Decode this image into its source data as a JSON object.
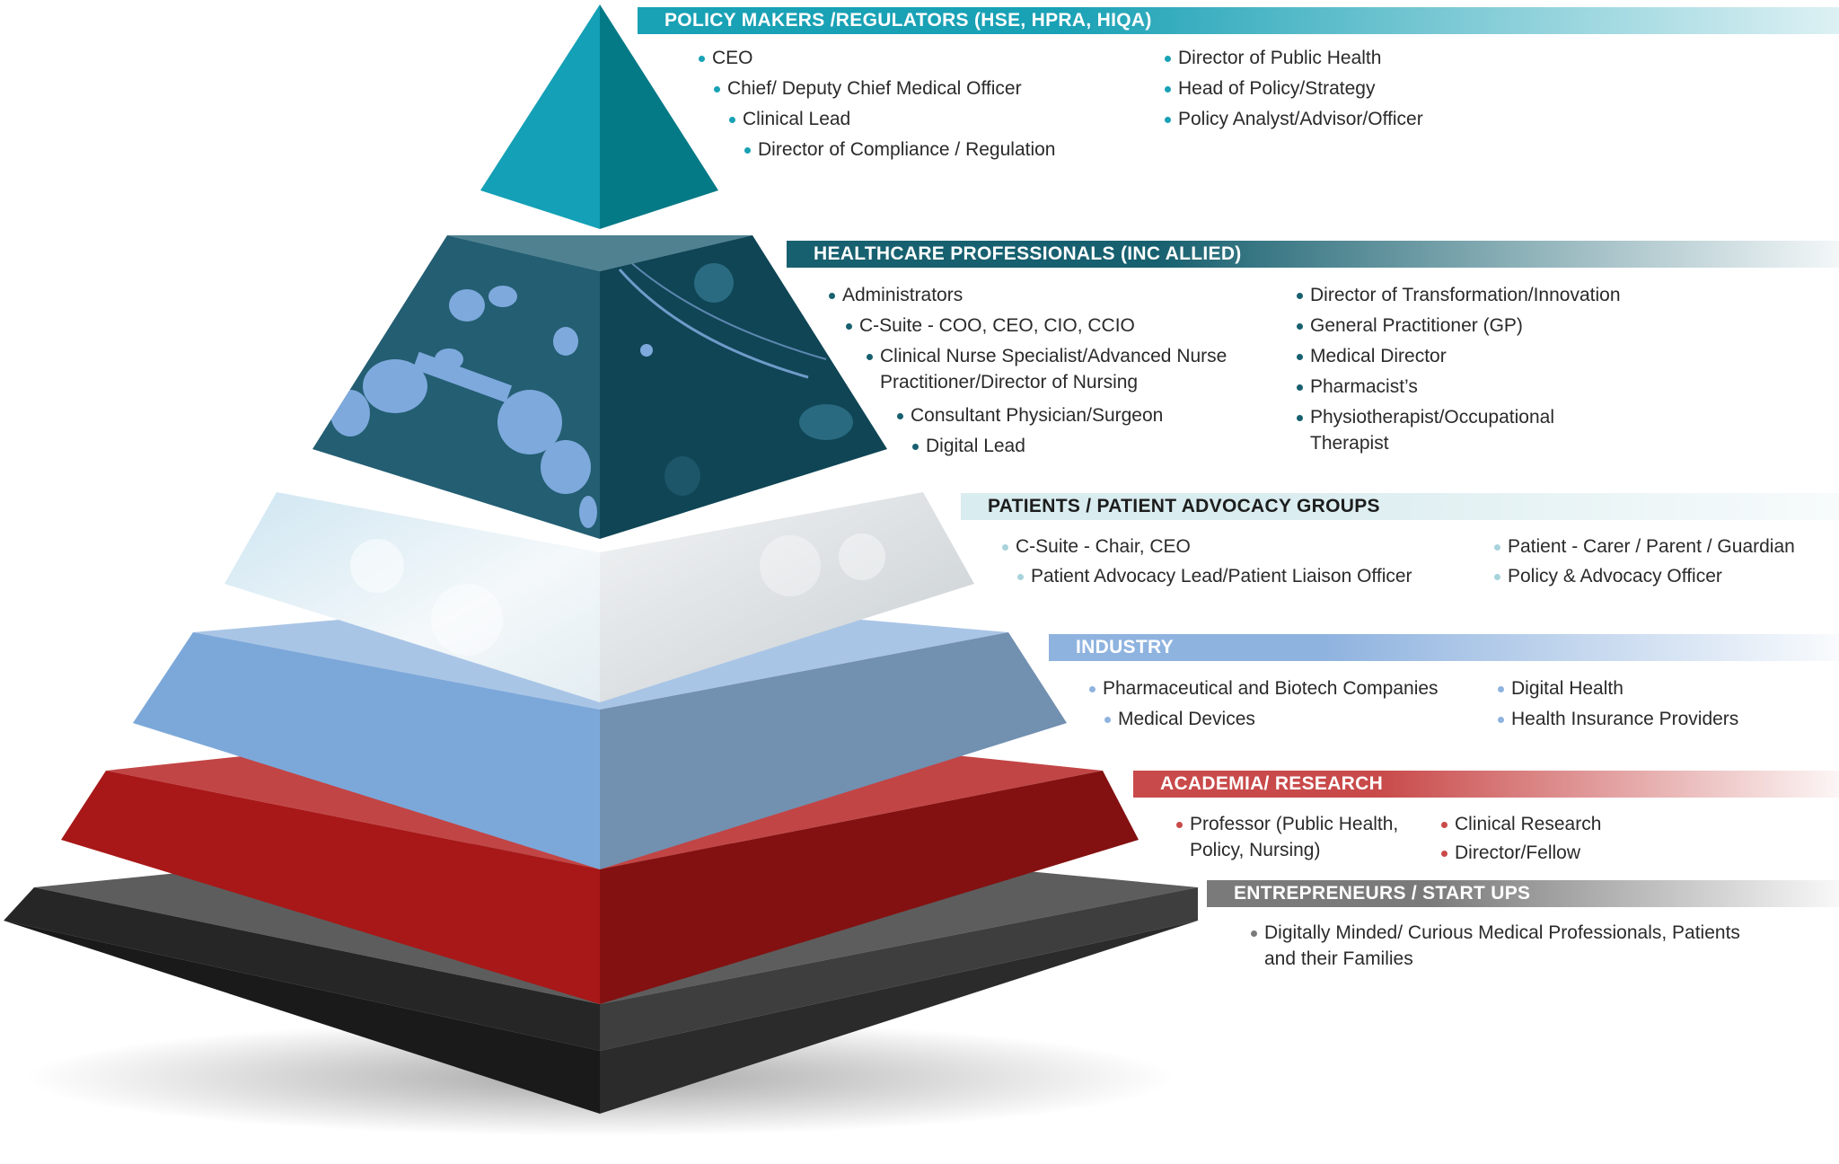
{
  "tiers": [
    {
      "id": "policy",
      "header": "POLICY MAKERS /REGULATORS (HSE, HPRA, HIQA)",
      "color": "#19a1b5",
      "items": [
        [
          "CEO"
        ],
        [
          "Chief/ Deputy Chief Medical Officer"
        ],
        [
          "Clinical Lead"
        ],
        [
          "Director of Compliance / Regulation"
        ],
        [
          "Director of Public Health"
        ],
        [
          "Head of Policy/Strategy"
        ],
        [
          "Policy Analyst/Advisor/Officer"
        ]
      ]
    },
    {
      "id": "healthcare",
      "header": "HEALTHCARE PROFESSIONALS (INC ALLIED)",
      "color": "#17606f",
      "items": [
        [
          "Administrators"
        ],
        [
          "C-Suite - COO, CEO, CIO, CCIO"
        ],
        [
          "Clinical Nurse Specialist/Advanced Nurse",
          "Practitioner/Director of Nursing"
        ],
        [
          "Consultant Physician/Surgeon"
        ],
        [
          "Digital Lead"
        ],
        [
          "Director of Transformation/Innovation"
        ],
        [
          "General Practitioner (GP)"
        ],
        [
          "Medical Director"
        ],
        [
          "Pharmacist’s"
        ],
        [
          "Physiotherapist/Occupational",
          "Therapist"
        ]
      ]
    },
    {
      "id": "patients",
      "header": "PATIENTS / PATIENT ADVOCACY GROUPS",
      "color": "#d9ecef",
      "items": [
        [
          "C-Suite - Chair, CEO"
        ],
        [
          "Patient Advocacy Lead/Patient Liaison Officer"
        ],
        [
          "Patient - Carer / Parent / Guardian"
        ],
        [
          "Policy & Advocacy Officer"
        ]
      ]
    },
    {
      "id": "industry",
      "header": "INDUSTRY",
      "color": "#8fb3df",
      "items": [
        [
          "Pharmaceutical and Biotech Companies"
        ],
        [
          "Medical Devices"
        ],
        [
          "Digital Health"
        ],
        [
          "Health Insurance Providers"
        ]
      ]
    },
    {
      "id": "academia",
      "header": "ACADEMIA/ RESEARCH",
      "color": "#c94a4a",
      "items": [
        [
          "Professor (Public Health,",
          "Policy, Nursing)"
        ],
        [
          "Clinical Research"
        ],
        [
          "Director/Fellow"
        ]
      ]
    },
    {
      "id": "entrepreneurs",
      "header": "ENTREPRENEURS / START UPS",
      "color": "#7a7a7a",
      "items": [
        [
          "Digitally Minded/ Curious Medical Professionals, Patients",
          "and their Families"
        ]
      ]
    }
  ]
}
